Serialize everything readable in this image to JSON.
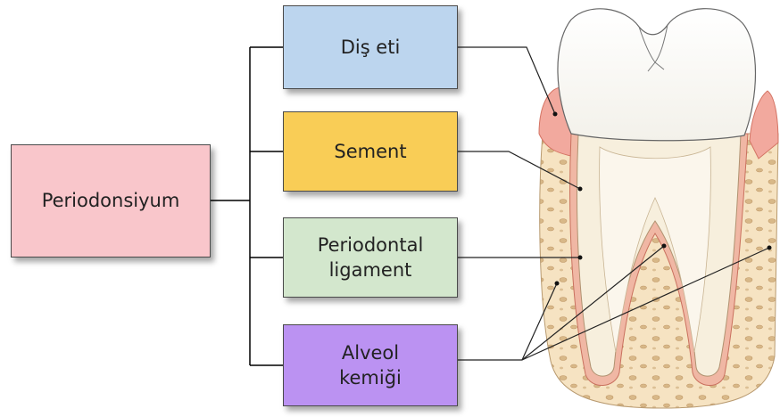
{
  "root": {
    "label": "Periodonsiyum",
    "color": "#f9c6cb"
  },
  "parts": [
    {
      "lines": [
        "Diş eti"
      ],
      "color": "#bcd5ee"
    },
    {
      "lines": [
        "Sement"
      ],
      "color": "#f9cd56"
    },
    {
      "lines": [
        "Periodontal",
        "ligament"
      ],
      "color": "#d3e7cd"
    },
    {
      "lines": [
        "Alveol",
        "kemiği"
      ],
      "color": "#bb92f2"
    }
  ],
  "illustration": {
    "subject": "tooth-cross-section"
  }
}
